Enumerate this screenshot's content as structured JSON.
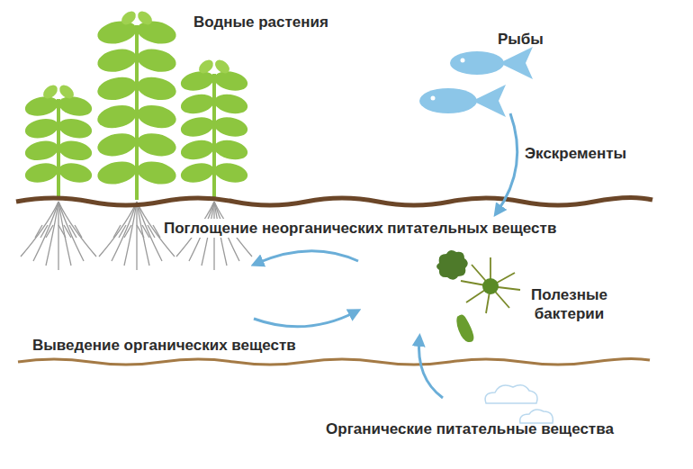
{
  "diagram": {
    "labels": [
      "Водные растения",
      "Рыбы",
      "Экскременты",
      "Поглощение неорганических питательных веществ",
      "Полезные бактерии",
      "Выведение органических веществ",
      "Органические питательные вещества"
    ]
  }
}
